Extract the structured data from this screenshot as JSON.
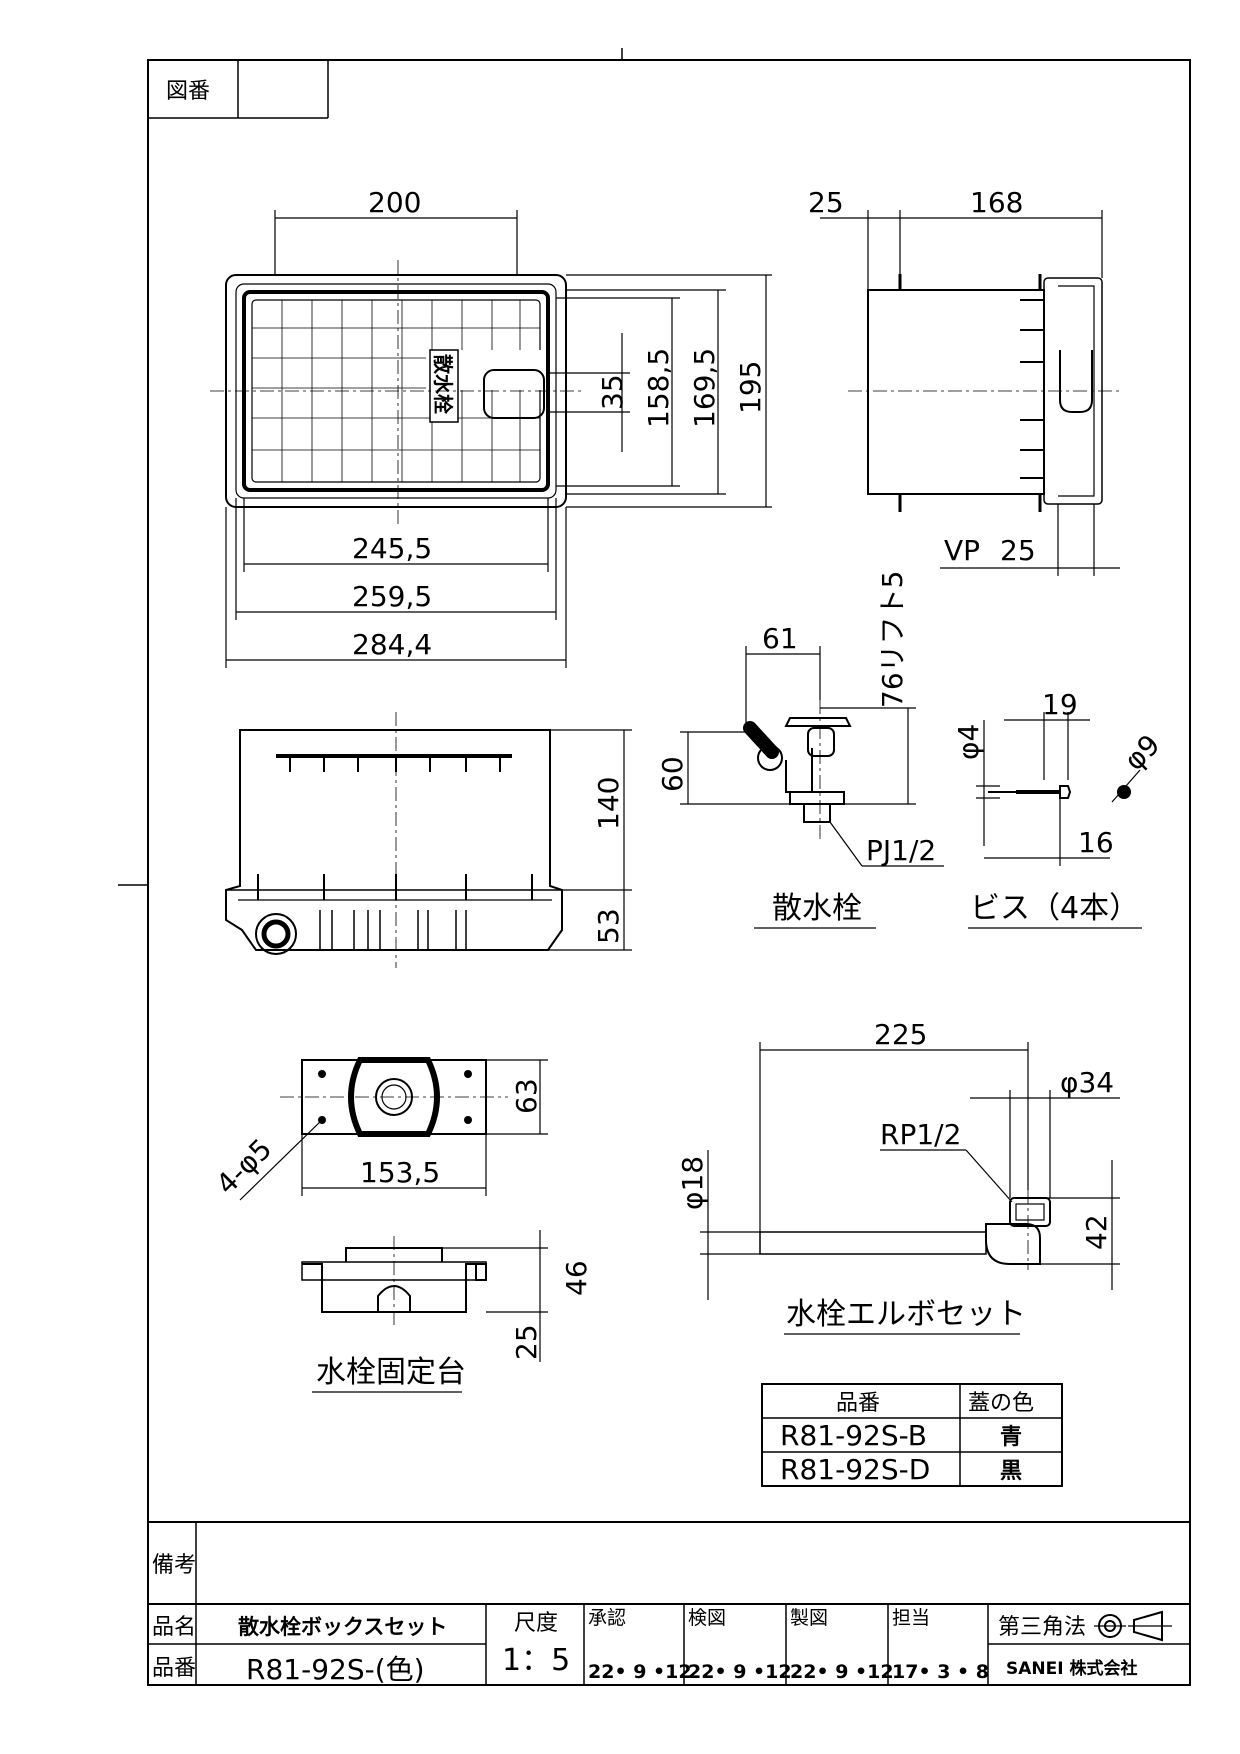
{
  "title_block": {
    "drawing_no_label": "図番",
    "drawing_no_value": "",
    "remarks_label": "備考",
    "remarks_value": "",
    "product_name_label": "品名",
    "product_name": "散水栓ボックスセット",
    "product_no_label": "品番",
    "product_no": "R81-92S-(色)",
    "scale_label": "尺度",
    "scale": "1：5",
    "approval_label": "承認",
    "approval_date": "22• 9 •12",
    "check_label": "検図",
    "check_date": "22• 9 •12",
    "drawn_label": "製図",
    "drawn_date": "22• 9 •12",
    "charge_label": "担当",
    "charge_date": "17• 3 • 8",
    "projection": "第三角法",
    "company": "SANEI 株式会社"
  },
  "dimensions": {
    "top_width": "200",
    "inner_width": "245,5",
    "mid_width": "259,5",
    "outer_width": "284,4",
    "opening_h": "35",
    "inner_h": "158,5",
    "mid_h": "169,5",
    "outer_h": "195",
    "side_flange": "25",
    "side_depth": "168",
    "vp": "VP",
    "vp_size": "25",
    "front_h": "140",
    "front_base": "53",
    "faucet_offset": "61",
    "faucet_lift": "76リフト5",
    "faucet_h": "60",
    "faucet_thread": "PJ1/2",
    "screw_dia": "φ4",
    "screw_len": "19",
    "screw_head": "φ9",
    "screw_thread": "16",
    "base_hole": "4-φ5",
    "base_w": "153,5",
    "base_h": "63",
    "base_side_h": "46",
    "base_side_foot": "25",
    "elbow_len": "225",
    "elbow_dia": "φ34",
    "elbow_thread": "RP1/2",
    "pipe_dia": "φ18",
    "elbow_h": "42"
  },
  "captions": {
    "faucet": "散水栓",
    "screws": "ビス（4本）",
    "base": "水栓固定台",
    "elbow_set": "水栓エルボセット",
    "lid_mark": "散水栓"
  },
  "variant_table": {
    "headers": [
      "品番",
      "蓋の色"
    ],
    "rows": [
      [
        "R81-92S-B",
        "青"
      ],
      [
        "R81-92S-D",
        "黒"
      ]
    ]
  }
}
